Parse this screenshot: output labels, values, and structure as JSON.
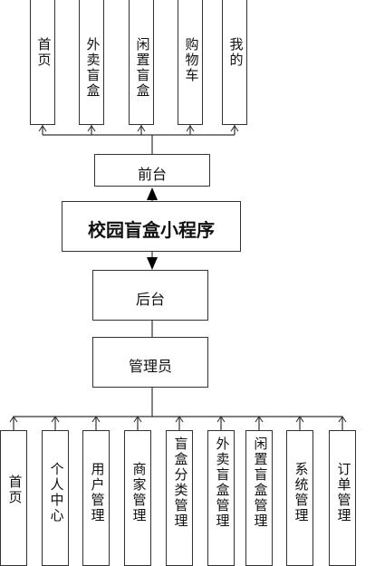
{
  "top_modules": [
    "首页",
    "外卖盲盒",
    "闲置盲盒",
    "购物车",
    "我的"
  ],
  "frontend_label": "前台",
  "app_title": "校园盲盒小程序",
  "backend_label": "后台",
  "admin_label": "管理员",
  "bottom_modules": [
    "首页",
    "个人中心",
    "用户管理",
    "商家管理",
    "盲盒分类管理",
    "外卖盲盒管理",
    "闲置盲盒管理",
    "系统管理",
    "订单管理"
  ]
}
